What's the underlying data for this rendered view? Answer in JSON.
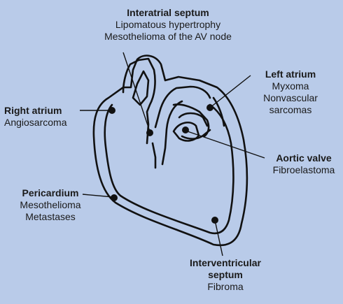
{
  "colors": {
    "background": "#b9cbe9",
    "outline": "#111111",
    "marker": "#111111"
  },
  "labels": {
    "interatrial_septum": {
      "title": "Interatrial septum",
      "lines": [
        "Lipomatous hypertrophy",
        "Mesothelioma of the AV node"
      ]
    },
    "left_atrium": {
      "title": "Left atrium",
      "lines": [
        "Myxoma",
        "Nonvascular",
        "sarcomas"
      ]
    },
    "right_atrium": {
      "title": "Right atrium",
      "lines": [
        "Angiosarcoma"
      ]
    },
    "aortic_valve": {
      "title": "Aortic valve",
      "lines": [
        "Fibroelastoma"
      ]
    },
    "pericardium": {
      "title": "Pericardium",
      "lines": [
        "Mesothelioma",
        "Metastases"
      ]
    },
    "interventricular_septum": {
      "title_lines": [
        "Interventricular",
        "septum"
      ],
      "lines": [
        "Fibroma"
      ]
    }
  }
}
